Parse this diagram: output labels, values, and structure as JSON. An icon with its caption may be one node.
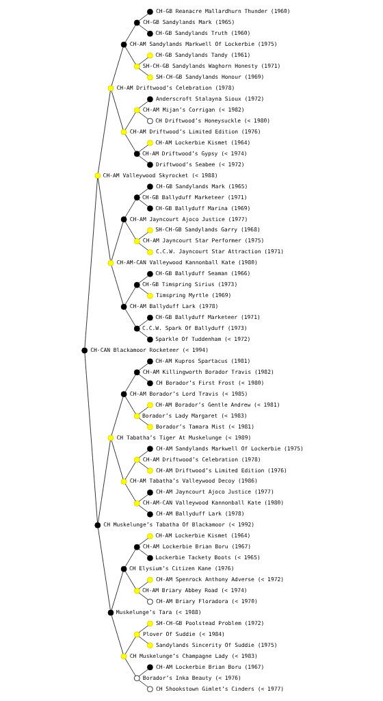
{
  "diagram": {
    "nodes": [
      {
        "text": [],
        "shape": "circle",
        "beside": [
          "CH-GB Reanacre Mallardhurn Thunder (1960)"
        ]
      },
      {
        "text": [],
        "shape": "circle",
        "beside": [
          "CH-GB Sandylands Mark (1965)"
        ]
      },
      {
        "text": [],
        "shape": "circle",
        "beside": [
          "CH-GB Sandylands Truth (1960)"
        ]
      },
      {
        "text": [],
        "shape": "circle",
        "beside": [
          "CH-AM Sandylands Markwell Of Lockerbie (1975)"
        ]
      },
      {
        "text": [],
        "shape": "circle",
        "beside": [
          "CH-GB Sandylands Tandy (1961)"
        ]
      },
      {
        "text": [],
        "shape": "circle",
        "beside": [
          "SH-CH-GB Sandylands Waghorn Honesty (1971)"
        ]
      },
      {
        "text": [],
        "shape": "circle",
        "beside": [
          "SH-CH-GB Sandylands Honour (1969)"
        ]
      },
      {
        "text": [],
        "shape": "circle",
        "beside": [
          "CH-AM Driftwood’s Celebration (1978)"
        ]
      },
      {
        "text": [],
        "shape": "circle",
        "beside": [
          "Anderscroft Stalayna Sioux (1972)"
        ]
      },
      {
        "text": [],
        "shape": "circle",
        "beside": [
          "CH-AM Mijan’s Corrigan (< 1982)"
        ]
      },
      {
        "text": [],
        "shape": "circle",
        "beside": [
          "CH Driftwood’s Honeysuckle (< 1980)"
        ]
      },
      {
        "text": [],
        "shape": "circle",
        "beside": [
          "CH-AM Driftwood’s Limited Edition (1976)"
        ]
      },
      {
        "text": [],
        "shape": "circle",
        "beside": [
          "CH-AM Lockerbie Kismet (1964)"
        ]
      },
      {
        "text": [],
        "shape": "circle",
        "beside": [
          "CH-AM Driftwood’s Gypsy (< 1974)"
        ]
      },
      {
        "text": [],
        "shape": "circle",
        "beside": [
          "Driftwood’s Seabee (< 1972)"
        ]
      },
      {
        "text": [],
        "shape": "circle",
        "beside": [
          "CH-AM Valleywood Skyrocket (< 1988)"
        ]
      },
      {
        "text": [],
        "shape": "circle",
        "beside": [
          "CH-GB Sandylands Mark (1965)"
        ]
      },
      {
        "text": [],
        "shape": "circle",
        "beside": [
          "CH-GB Ballyduff Marketeer (1971)"
        ]
      },
      {
        "text": [],
        "shape": "circle",
        "beside": [
          "CH-GB Ballyduff Marina (1969)"
        ]
      },
      {
        "text": [],
        "shape": "circle",
        "beside": [
          "CH-AM Jayncourt Ajoco Justice (1977)"
        ]
      },
      {
        "text": [],
        "shape": "circle",
        "beside": [
          "SH-CH-GB Sandylands Garry (1968)"
        ]
      },
      {
        "text": [],
        "shape": "circle",
        "beside": [
          "CH-AM Jayncourt Star Performer (1975)"
        ]
      },
      {
        "text": [],
        "shape": "circle",
        "beside": [
          "C.C.W. Jayncourt Star Attraction (1971)"
        ]
      },
      {
        "text": [],
        "shape": "circle",
        "beside": [
          "CH-AM-CAN Valleywood Kannonball Kate (1980)"
        ]
      },
      {
        "text": [],
        "shape": "circle",
        "beside": [
          "CH-GB Ballyduff Seaman (1966)"
        ]
      },
      {
        "text": [],
        "shape": "circle",
        "beside": [
          "CH-GB Timspring Sirius (1973)"
        ]
      },
      {
        "text": [],
        "shape": "circle",
        "beside": [
          "Timspring Myrtle (1969)"
        ]
      },
      {
        "text": [],
        "shape": "circle",
        "beside": [
          "CH-AM Ballyduff Lark (1978)"
        ]
      },
      {
        "text": [],
        "shape": "circle",
        "beside": [
          "CH-GB Ballyduff Marketeer (1971)"
        ]
      },
      {
        "text": [],
        "shape": "circle",
        "beside": [
          "C.C.W. Spark Of Ballyduff (1973)"
        ]
      },
      {
        "text": [],
        "shape": "circle",
        "beside": [
          "Sparkle Of Tuddenham (< 1972)"
        ]
      },
      {
        "text": [],
        "shape": "circle",
        "beside": [
          "CH-CAN Blackamoor Rocketeer (< 1994)"
        ]
      },
      {
        "text": [],
        "shape": "circle",
        "beside": [
          "CH-AM Kupros Spartacus (1981)"
        ]
      },
      {
        "text": [],
        "shape": "circle",
        "beside": [
          "CH-AM Killingworth Borador Travis (1982)"
        ]
      },
      {
        "text": [],
        "shape": "circle",
        "beside": [
          "CH Borador’s First Frost (< 1980)"
        ]
      },
      {
        "text": [],
        "shape": "circle",
        "beside": [
          "CH-AM Borador’s Lord Travis (< 1985)"
        ]
      },
      {
        "text": [],
        "shape": "circle",
        "beside": [
          "CH-AM Borador’s Gentle Andrew (< 1981)"
        ]
      },
      {
        "text": [],
        "shape": "circle",
        "beside": [
          "Borador’s Lady Margaret (< 1983)"
        ]
      },
      {
        "text": [],
        "shape": "circle",
        "beside": [
          "Borador’s Tamara Mist (< 1981)"
        ]
      },
      {
        "text": [],
        "shape": "circle",
        "beside": [
          "CH Tabatha’s Tiger At Muskelunge (< 1989)"
        ]
      },
      {
        "text": [],
        "shape": "circle",
        "beside": [
          "CH-AM Sandylands Markwell Of Lockerbie (1975)"
        ]
      },
      {
        "text": [],
        "shape": "circle",
        "beside": [
          "CH-AM Driftwood’s Celebration (1978)"
        ]
      },
      {
        "text": [],
        "shape": "circle",
        "beside": [
          "CH-AM Driftwood’s Limited Edition (1976)"
        ]
      },
      {
        "text": [],
        "shape": "circle",
        "beside": [
          "CH-AM Tabatha’s Valleywood Decoy (1986)"
        ]
      },
      {
        "text": [],
        "shape": "circle",
        "beside": [
          "CH-AM Jayncourt Ajoco Justice (1977)"
        ]
      },
      {
        "text": [],
        "shape": "circle",
        "beside": [
          "CH-AM-CAN Valleywood Kannonball Kate (1980)"
        ]
      },
      {
        "text": [],
        "shape": "circle",
        "beside": [
          "CH-AM Ballyduff Lark (1978)"
        ]
      },
      {
        "text": [],
        "shape": "circle",
        "beside": [
          "CH Muskelunge’s Tabatha Of Blackamoor (< 1992)"
        ]
      },
      {
        "text": [],
        "shape": "circle",
        "beside": [
          "CH-AM Lockerbie Kismet (1964)"
        ]
      },
      {
        "text": [],
        "shape": "circle",
        "beside": [
          "CH-AM Lockerbie Brian Boru (1967)"
        ]
      },
      {
        "text": [],
        "shape": "circle",
        "beside": [
          "Lockerbie Tackety Boots (< 1965)"
        ]
      },
      {
        "text": [],
        "shape": "circle",
        "beside": [
          "CH Elysium’s Citizen Kane (1976)"
        ]
      },
      {
        "text": [],
        "shape": "circle",
        "beside": [
          "CH-AM Spenrock Anthony Adverse (< 1972)"
        ]
      },
      {
        "text": [],
        "shape": "circle",
        "beside": [
          "CH-AM Briary Abbey Road (< 1974)"
        ]
      },
      {
        "text": [],
        "shape": "circle",
        "beside": [
          "CH-AM Briary Floradora (< 1970)"
        ]
      },
      {
        "text": [],
        "shape": "circle",
        "beside": [
          "Muskelunge’s Tara (< 1988)"
        ]
      },
      {
        "text": [],
        "shape": "circle",
        "beside": [
          "SH-CH-GB Poolstead Problem (1972)"
        ]
      },
      {
        "text": [],
        "shape": "circle",
        "beside": [
          "Plover Of Suddie (< 1984)"
        ]
      },
      {
        "text": [],
        "shape": "circle",
        "beside": [
          "Sandylands Sincerity Of Suddie (1975)"
        ]
      },
      {
        "text": [],
        "shape": "circle",
        "beside": [
          "CH Muskelunge’s Champagne Lady (< 1983)"
        ]
      },
      {
        "text": [],
        "shape": "circle",
        "beside": [
          "CH-AM Lockerbie Brian Boru (1967)"
        ]
      },
      {
        "text": [],
        "shape": "circle",
        "beside": [
          "Borador’s Inka Beauty (< 1976)"
        ]
      },
      {
        "text": [],
        "shape": "circle",
        "beside": [
          "CH Shookstown Gimlet’s Cinders (< 1977)"
        ]
      }
    ],
    "edges": [
      {
        "from": 1,
        "to": 0,
        "arrow": "none"
      },
      {
        "from": 1,
        "to": 2,
        "arrow": "none"
      },
      {
        "from": 3,
        "to": 1,
        "arrow": "none"
      },
      {
        "from": 3,
        "to": 5,
        "arrow": "none"
      },
      {
        "from": 5,
        "to": 4,
        "arrow": "none"
      },
      {
        "from": 5,
        "to": 6,
        "arrow": "none"
      },
      {
        "from": 7,
        "to": 3,
        "arrow": "none"
      },
      {
        "from": 7,
        "to": 11,
        "arrow": "none"
      },
      {
        "from": 9,
        "to": 8,
        "arrow": "none"
      },
      {
        "from": 9,
        "to": 10,
        "arrow": "none"
      },
      {
        "from": 11,
        "to": 9,
        "arrow": "none"
      },
      {
        "from": 11,
        "to": 13,
        "arrow": "none"
      },
      {
        "from": 13,
        "to": 12,
        "arrow": "none"
      },
      {
        "from": 13,
        "to": 14,
        "arrow": "none"
      },
      {
        "from": 15,
        "to": 7,
        "arrow": "none"
      },
      {
        "from": 15,
        "to": 23,
        "arrow": "none"
      },
      {
        "from": 17,
        "to": 16,
        "arrow": "none"
      },
      {
        "from": 17,
        "to": 18,
        "arrow": "none"
      },
      {
        "from": 19,
        "to": 17,
        "arrow": "none"
      },
      {
        "from": 19,
        "to": 21,
        "arrow": "none"
      },
      {
        "from": 21,
        "to": 20,
        "arrow": "none"
      },
      {
        "from": 21,
        "to": 22,
        "arrow": "none"
      },
      {
        "from": 23,
        "to": 19,
        "arrow": "none"
      },
      {
        "from": 23,
        "to": 27,
        "arrow": "none"
      },
      {
        "from": 25,
        "to": 24,
        "arrow": "none"
      },
      {
        "from": 25,
        "to": 26,
        "arrow": "none"
      },
      {
        "from": 27,
        "to": 25,
        "arrow": "none"
      },
      {
        "from": 27,
        "to": 29,
        "arrow": "none"
      },
      {
        "from": 29,
        "to": 28,
        "arrow": "none"
      },
      {
        "from": 29,
        "to": 30,
        "arrow": "none"
      },
      {
        "from": 31,
        "to": 15,
        "arrow": "none"
      },
      {
        "from": 31,
        "to": 47,
        "arrow": "none"
      },
      {
        "from": 33,
        "to": 32,
        "arrow": "none"
      },
      {
        "from": 33,
        "to": 34,
        "arrow": "none"
      },
      {
        "from": 35,
        "to": 33,
        "arrow": "none"
      },
      {
        "from": 35,
        "to": 37,
        "arrow": "none"
      },
      {
        "from": 37,
        "to": 36,
        "arrow": "none"
      },
      {
        "from": 37,
        "to": 38,
        "arrow": "none"
      },
      {
        "from": 39,
        "to": 35,
        "arrow": "none"
      },
      {
        "from": 39,
        "to": 43,
        "arrow": "none"
      },
      {
        "from": 41,
        "to": 40,
        "arrow": "none"
      },
      {
        "from": 41,
        "to": 42,
        "arrow": "none"
      },
      {
        "from": 43,
        "to": 41,
        "arrow": "none"
      },
      {
        "from": 43,
        "to": 45,
        "arrow": "none"
      },
      {
        "from": 45,
        "to": 44,
        "arrow": "none"
      },
      {
        "from": 45,
        "to": 46,
        "arrow": "none"
      },
      {
        "from": 47,
        "to": 39,
        "arrow": "none"
      },
      {
        "from": 47,
        "to": 55,
        "arrow": "none"
      },
      {
        "from": 49,
        "to": 48,
        "arrow": "none"
      },
      {
        "from": 49,
        "to": 50,
        "arrow": "none"
      },
      {
        "from": 51,
        "to": 49,
        "arrow": "none"
      },
      {
        "from": 51,
        "to": 53,
        "arrow": "none"
      },
      {
        "from": 53,
        "to": 52,
        "arrow": "none"
      },
      {
        "from": 53,
        "to": 54,
        "arrow": "none"
      },
      {
        "from": 55,
        "to": 51,
        "arrow": "none"
      },
      {
        "from": 55,
        "to": 59,
        "arrow": "none"
      },
      {
        "from": 57,
        "to": 56,
        "arrow": "none"
      },
      {
        "from": 57,
        "to": 58,
        "arrow": "none"
      },
      {
        "from": 59,
        "to": 57,
        "arrow": "none"
      },
      {
        "from": 59,
        "to": 61,
        "arrow": "none"
      },
      {
        "from": 61,
        "to": 60,
        "arrow": "none"
      },
      {
        "from": 61,
        "to": 62,
        "arrow": "none"
      }
    ]
  }
}
